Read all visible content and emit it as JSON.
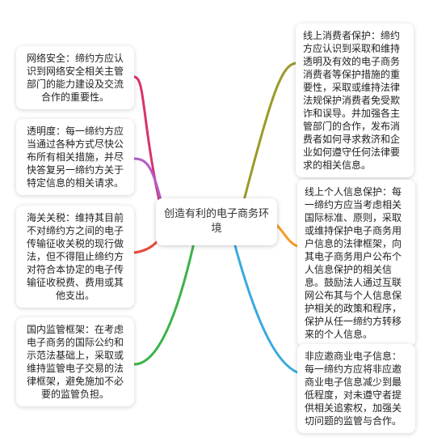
{
  "center_topic": "创造有利的电子商务环境",
  "left_nodes": [
    {
      "text": "网络安全：缔约方应认识到网络安全相关主管部门的能力建设及交流合作的重要性。",
      "color": "#d6336c"
    },
    {
      "text": "透明度：每一缔约方应当通过各种方式尽快公布所有相关措施，并尽快答复另一缔约方关于特定信息的相关请求。",
      "color": "#b05cc8"
    },
    {
      "text": "海关关税：维持其目前不对缔约方之间的电子传输征收关税的现行做法，但不得阻止缔约方对符合本协定的电子传输征收税费、费用或其他支出。",
      "color": "#e84a3b"
    },
    {
      "text": "国内监管框架：在考虑电子商务的国际公约和示范法基础上，采取或维持监管电子交易的法律框架，避免施加不必要的监管负担。",
      "color": "#3bb34a"
    }
  ],
  "right_nodes": [
    {
      "text": "线上消费者保护：缔约方应认识到采取和维持透明及有效的电子商务消费者等保护措施的重要性，采取或维持法律法规保护消费者免受欺诈和误导。并加强各主管部门的合作，发布消费者如何寻求救济和企业如何遵守任何法律要求的相关信息。",
      "color": "#9a9a2a"
    },
    {
      "text": "线上个人信息保护：每一缔约方应当考虑相关国际标准、原则，采取或维持保护电子商务用户信息的法律框架，向其电子商务用户公布个人信息保护的相关信息。鼓励法人通过互联网公布其与个人信息保护相关的政策和程序，保护从任一缔约方转移来的个人信息。",
      "color": "#f59a2a"
    },
    {
      "text": "非应邀商业电子信息：每一缔约方应将非应邀商业电子信息减少到最低程度，对未遵守者提供相关追索权，加强关切问题的监管与合作。",
      "color": "#3aa8e0"
    }
  ]
}
